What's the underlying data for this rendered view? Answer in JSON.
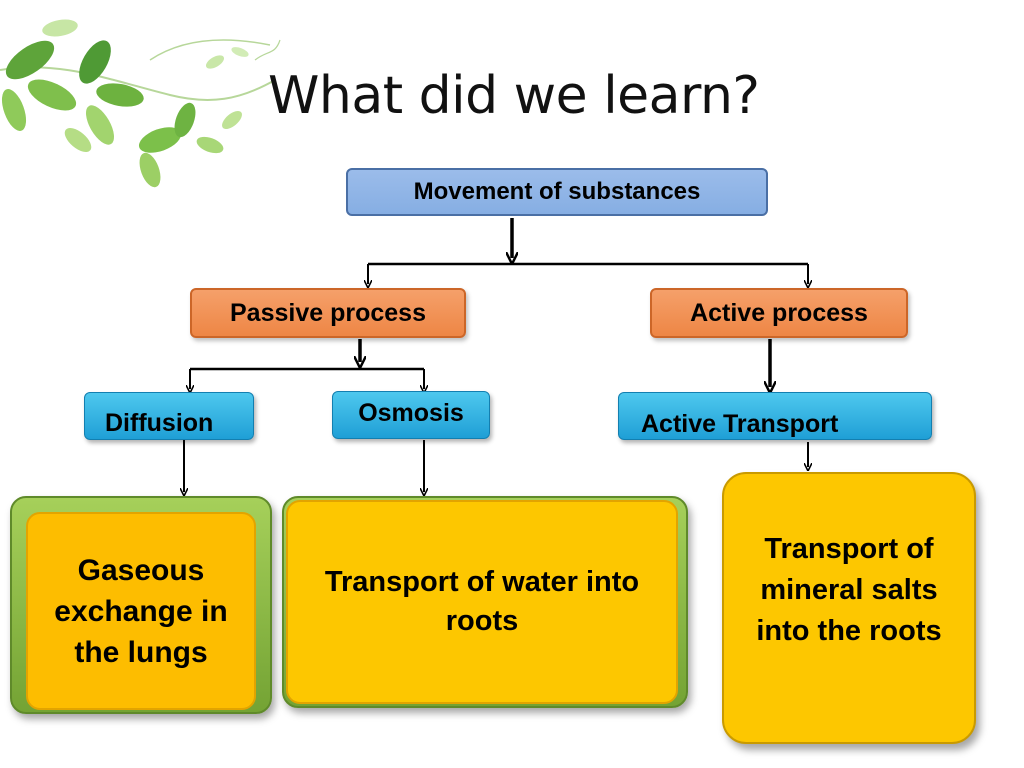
{
  "slide": {
    "title": "What did we learn?"
  },
  "diagram": {
    "root": "Movement of substances",
    "passive": "Passive process",
    "active": "Active process",
    "diffusion": "Diffusion",
    "osmosis": "Osmosis",
    "active_transport": "Active Transport",
    "diffusion_example": "Gaseous exchange in the lungs",
    "osmosis_example": "Transport of water into roots",
    "active_transport_example": "Transport of mineral salts into the roots"
  },
  "colors": {
    "root_fill": "#8fb4e6",
    "process_fill": "#f0914f",
    "method_fill": "#35b4e4",
    "example_fill": "#fdc700",
    "example_frame": "#8dbb45"
  }
}
